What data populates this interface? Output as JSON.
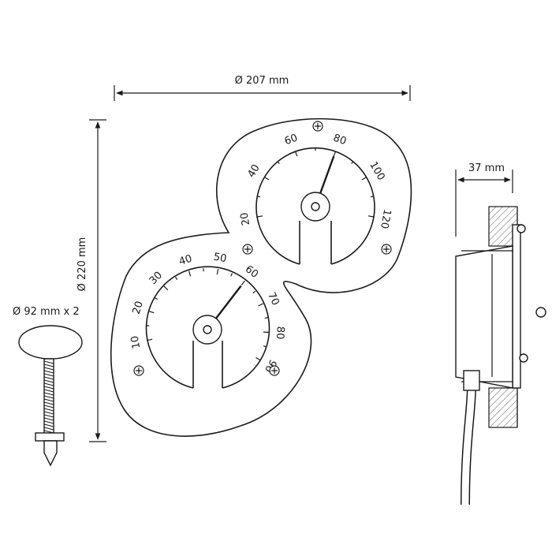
{
  "dimensions": {
    "width_label": "Ø 207 mm",
    "height_label": "Ø 220 mm",
    "depth_label": "37 mm",
    "sensor_label": "Ø 92 mm x 2"
  },
  "gauges": {
    "upper": {
      "name": "thermometer-dial",
      "ticks": [
        "20",
        "40",
        "60",
        "80",
        "100",
        "120"
      ],
      "needle_value": 80
    },
    "lower": {
      "name": "hygrometer-dial",
      "ticks": [
        "10",
        "20",
        "30",
        "40",
        "50",
        "60",
        "70",
        "80",
        "90"
      ],
      "needle_value": 60
    }
  },
  "colors": {
    "line": "#1a1a1a",
    "background": "#ffffff",
    "hatch": "#555555"
  },
  "icons": {
    "screw": "cross-head-screw-icon"
  }
}
